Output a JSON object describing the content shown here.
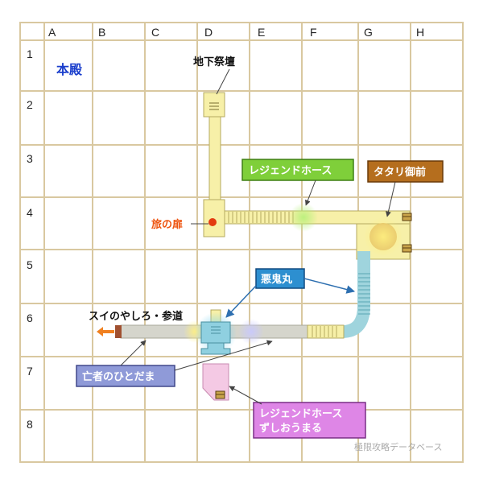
{
  "map": {
    "area_title": "本殿",
    "columns": [
      "A",
      "B",
      "C",
      "D",
      "E",
      "F",
      "G",
      "H"
    ],
    "rows": [
      "1",
      "2",
      "3",
      "4",
      "5",
      "6",
      "7",
      "8"
    ],
    "watermark": "極限攻略データベース",
    "colors": {
      "grid": "#d9c8a0",
      "title": "#1a3ecc",
      "corridor_yellow": "#f7f0a8",
      "corridor_gray": "#d5d5cc",
      "corridor_blue": "#9fd4dd",
      "hall_pink": "#f4c9e4",
      "green_box": "#7fcf3a",
      "brown_box": "#b56e1e",
      "blue_box": "#2d8fd0",
      "lavender_box": "#8f9ad8",
      "violet_box": "#de86e6",
      "door_label": "#ee5511"
    }
  },
  "labels": {
    "underground_altar": "地下祭壇",
    "journey_door": "旅の扉",
    "sui_shrine": "スイのやしろ・参道"
  },
  "markers": {
    "legend_hose": "レジェンドホース",
    "tatari": "タタリ御前",
    "akkimaru": "悪鬼丸",
    "dead_souls": "亡者のひとだま",
    "legend_hose_2_line1": "レジェンドホース",
    "legend_hose_2_line2": "ずしおうまる"
  },
  "icons": [
    "treasure-chest-icon",
    "door-icon",
    "exit-arrow-icon",
    "stairs-icon"
  ]
}
